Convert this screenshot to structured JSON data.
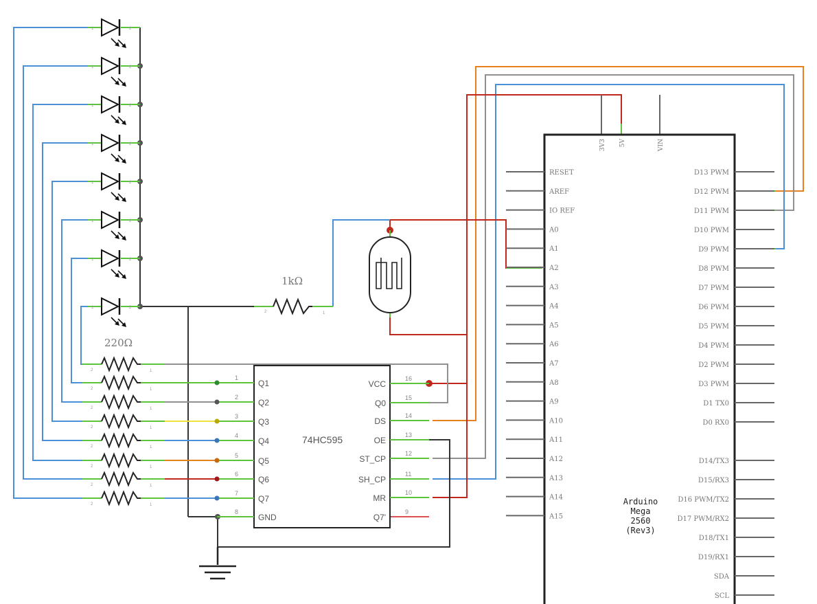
{
  "ic": {
    "name": "74HC595",
    "left_pins": [
      {
        "num": "1",
        "label": "Q1"
      },
      {
        "num": "2",
        "label": "Q2"
      },
      {
        "num": "3",
        "label": "Q3"
      },
      {
        "num": "4",
        "label": "Q4"
      },
      {
        "num": "5",
        "label": "Q5"
      },
      {
        "num": "6",
        "label": "Q6"
      },
      {
        "num": "7",
        "label": "Q7"
      },
      {
        "num": "8",
        "label": "GND"
      }
    ],
    "right_pins": [
      {
        "num": "16",
        "label": "VCC"
      },
      {
        "num": "15",
        "label": "Q0"
      },
      {
        "num": "14",
        "label": "DS"
      },
      {
        "num": "13",
        "label": "OE"
      },
      {
        "num": "12",
        "label": "ST_CP"
      },
      {
        "num": "11",
        "label": "SH_CP"
      },
      {
        "num": "10",
        "label": "MR"
      },
      {
        "num": "9",
        "label": "Q7'"
      }
    ]
  },
  "arduino": {
    "name_lines": [
      "Arduino",
      "Mega",
      "2560",
      "(Rev3)"
    ],
    "top_pins": [
      "3V3",
      "5V",
      "VIN"
    ],
    "left_pins": [
      "RESET",
      "AREF",
      "IO REF",
      "A0",
      "A1",
      "A2",
      "A3",
      "A4",
      "A5",
      "A6",
      "A7",
      "A8",
      "A9",
      "A10",
      "A11",
      "A12",
      "A13",
      "A14",
      "A15"
    ],
    "right_pins": [
      "D13 PWM",
      "D12 PWM",
      "D11 PWM",
      "D10 PWM",
      "D9 PWM",
      "D8 PWM",
      "D7 PWM",
      "D6 PWM",
      "D5 PWM",
      "D4 PWM",
      "D2 PWM",
      "D3 PWM",
      "D1 TX0",
      "D0 RX0",
      "",
      "D14/TX3",
      "D15/RX3",
      "D16 PWM/TX2",
      "D17 PWM/RX2",
      "D18/TX1",
      "D19/RX1",
      "SDA",
      "SCL"
    ]
  },
  "components": {
    "resistor_1k": "1kΩ",
    "resistor_220": "220Ω"
  },
  "wire_colors": {
    "blue": "#4a90d9",
    "red": "#c0281e",
    "orange": "#e8801e",
    "gray": "#909090",
    "green": "#5cc43c",
    "yellow": "#f0e040",
    "dark": "#333333"
  }
}
